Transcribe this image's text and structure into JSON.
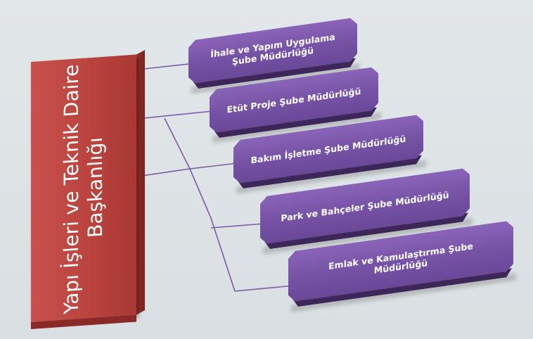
{
  "root": {
    "line1": "Yapı İşleri ve Teknik Daire",
    "line2": "Başkanlığı",
    "color": "#c0473f"
  },
  "children": [
    {
      "label": "İhale ve Yapım Uygulama Şube Müdürlüğü"
    },
    {
      "label": "Etüt Proje Şube Müdürlüğü"
    },
    {
      "label": "Bakım İşletme Şube Müdürlüğü"
    },
    {
      "label": "Park ve Bahçeler Şube Müdürlüğü"
    },
    {
      "label": "Emlak ve Kamulaştırma Şube Müdürlüğü"
    }
  ],
  "colors": {
    "node": "#7753a6",
    "connector": "#7a5aa6",
    "background": "#dde3e6"
  }
}
